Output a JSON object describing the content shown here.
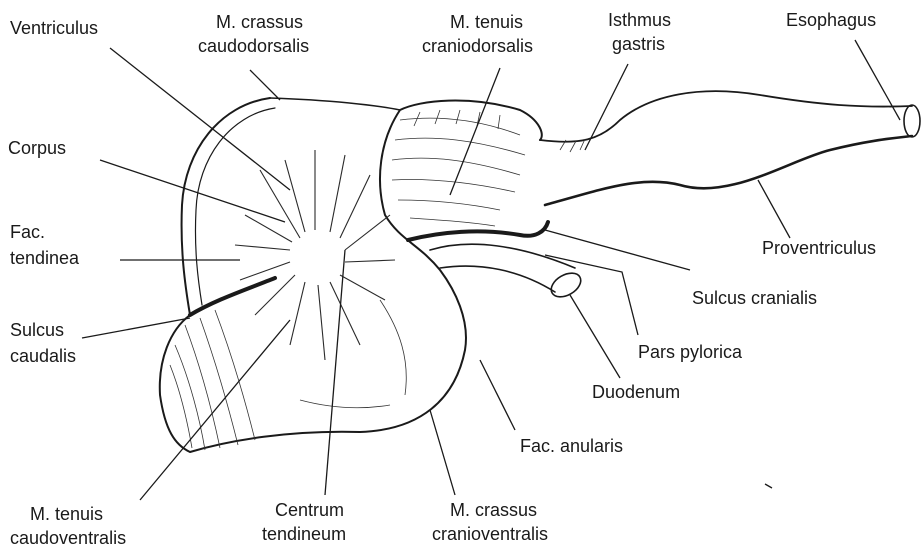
{
  "labels": {
    "ventriculus": "Ventriculus",
    "crassus_caudodorsalis_1": "M. crassus",
    "crassus_caudodorsalis_2": "caudodorsalis",
    "tenuis_craniodorsalis_1": "M. tenuis",
    "tenuis_craniodorsalis_2": "craniodorsalis",
    "isthmus_1": "Isthmus",
    "isthmus_2": "gastris",
    "esophagus": "Esophagus",
    "corpus": "Corpus",
    "fac_tendinea_1": "Fac.",
    "fac_tendinea_2": "tendinea",
    "proventriculus": "Proventriculus",
    "sulcus_cranialis": "Sulcus cranialis",
    "sulcus_caudalis_1": "Sulcus",
    "sulcus_caudalis_2": "caudalis",
    "pars_pylorica": "Pars pylorica",
    "duodenum": "Duodenum",
    "fac_anularis": "Fac. anularis",
    "tenuis_caudoventralis_1": "M. tenuis",
    "tenuis_caudoventralis_2": "caudoventralis",
    "centrum_tendineum_1": "Centrum",
    "centrum_tendineum_2": "tendineum",
    "crassus_cranioventralis_1": "M. crassus",
    "crassus_cranioventralis_2": "cranioventralis"
  }
}
